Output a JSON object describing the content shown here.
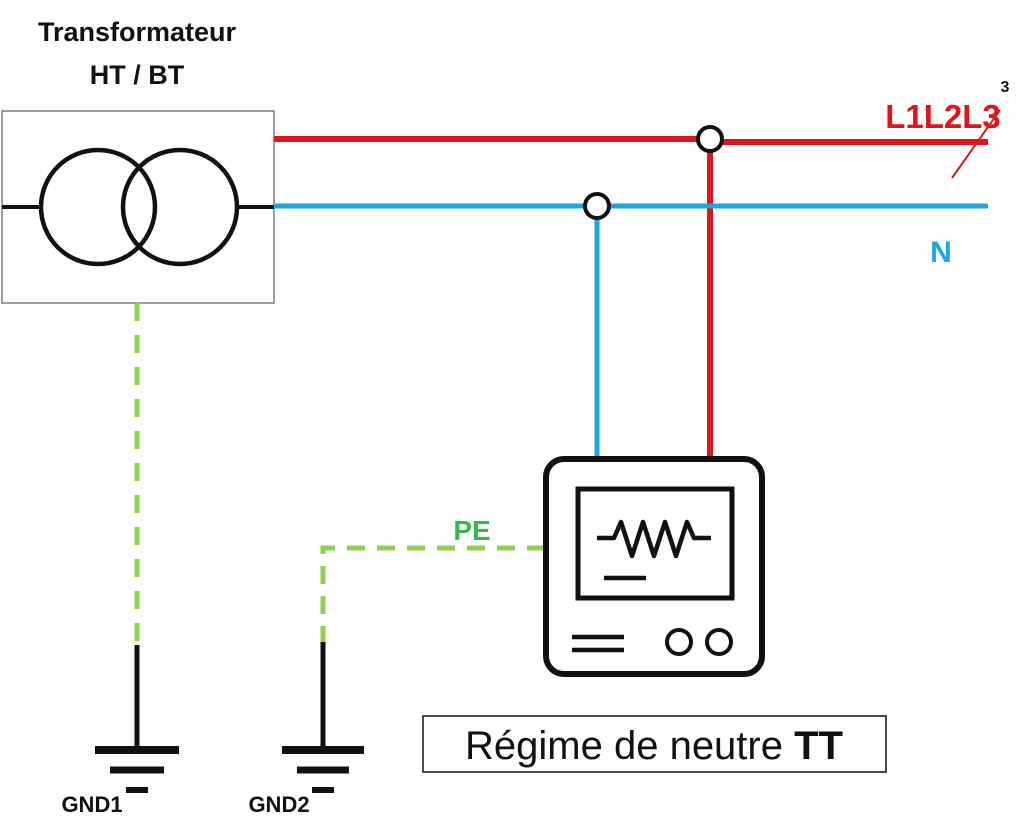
{
  "transformer": {
    "title_line1": "Transformateur",
    "title_line2": "HT / BT"
  },
  "lines": {
    "phases_label": "L1L2L3",
    "phase_count": "3",
    "neutral_label": "N",
    "pe_label": "PE"
  },
  "grounds": {
    "gnd1_label": "GND1",
    "gnd2_label": "GND2"
  },
  "caption": {
    "text_regular": "Régime de neutre ",
    "text_bold": "TT"
  },
  "colors": {
    "phase": "#e0141b",
    "neutral": "#1aa7e0",
    "pe": "#92d050",
    "pe_label": "#3ab54a",
    "stroke": "#111111",
    "box_border": "#7f7f7f"
  },
  "icons": {
    "transformer": "transformer-symbol-icon",
    "load": "electrical-device-icon",
    "ground": "ground-symbol-icon"
  }
}
